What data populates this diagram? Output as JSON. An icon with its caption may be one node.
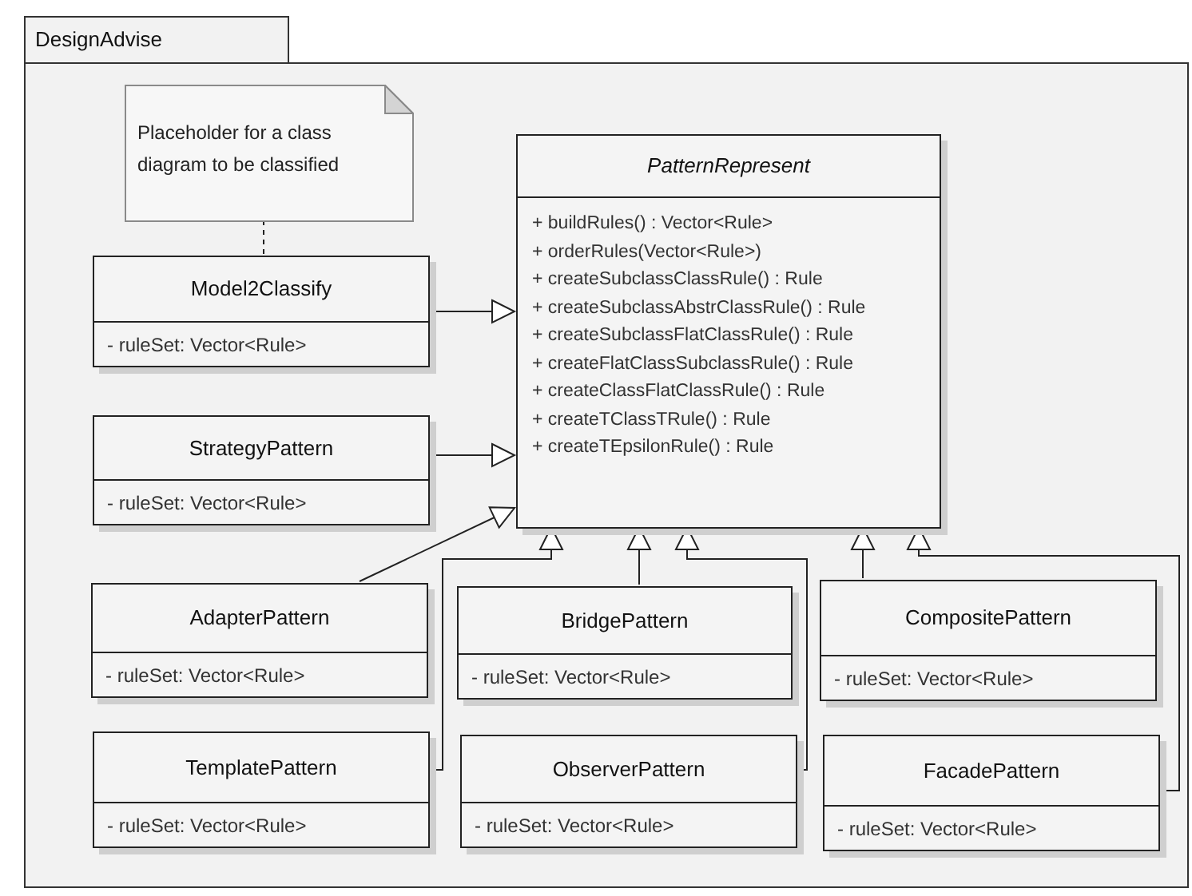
{
  "diagram": {
    "nodes": [
      {
        "text": [
          "DesignAdvise"
        ]
      },
      {
        "text": [
          "Placeholder for a class diagram to be classified"
        ],
        "in": 0
      },
      {
        "text": [
          "PatternRepresent",
          "+ buildRules() : Vector<Rule>",
          "+ orderRules(Vector<Rule>)",
          "+ createSubclassClassRule() : Rule",
          "+ createSubclassAbstrClassRule() : Rule",
          "+ createSubclassFlatClassRule() : Rule",
          "+ createFlatClassSubclassRule() : Rule",
          "+ createClassFlatClassRule() : Rule",
          "+ createTClassTRule() : Rule",
          "+ createTEpsilonRule() : Rule"
        ],
        "in": 0
      },
      {
        "text": [
          "Model2Classify",
          "- ruleSet: Vector<Rule>"
        ],
        "in": 0
      },
      {
        "text": [
          "StrategyPattern",
          "- ruleSet: Vector<Rule>"
        ],
        "in": 0
      },
      {
        "text": [
          "AdapterPattern",
          "- ruleSet: Vector<Rule>"
        ],
        "in": 0
      },
      {
        "text": [
          "BridgePattern",
          "- ruleSet: Vector<Rule>"
        ],
        "in": 0
      },
      {
        "text": [
          "CompositePattern",
          "- ruleSet: Vector<Rule>"
        ],
        "in": 0
      },
      {
        "text": [
          "TemplatePattern",
          "- ruleSet: Vector<Rule>"
        ],
        "in": 0
      },
      {
        "text": [
          "ObserverPattern",
          "- ruleSet: Vector<Rule>"
        ],
        "in": 0
      },
      {
        "text": [
          "FacadePattern",
          "- ruleSet: Vector<Rule>"
        ],
        "in": 0
      }
    ],
    "edges": [
      {
        "from": 1,
        "to": 3,
        "arrow": "none",
        "style": "dashed"
      },
      {
        "from": 3,
        "to": 2,
        "arrow": "to"
      },
      {
        "from": 4,
        "to": 2,
        "arrow": "to"
      },
      {
        "from": 5,
        "to": 2,
        "arrow": "to"
      },
      {
        "from": 6,
        "to": 2,
        "arrow": "to"
      },
      {
        "from": 7,
        "to": 2,
        "arrow": "to"
      },
      {
        "from": 8,
        "to": 2,
        "arrow": "to"
      },
      {
        "from": 9,
        "to": 2,
        "arrow": "to"
      },
      {
        "from": 10,
        "to": 2,
        "arrow": "to"
      }
    ]
  }
}
